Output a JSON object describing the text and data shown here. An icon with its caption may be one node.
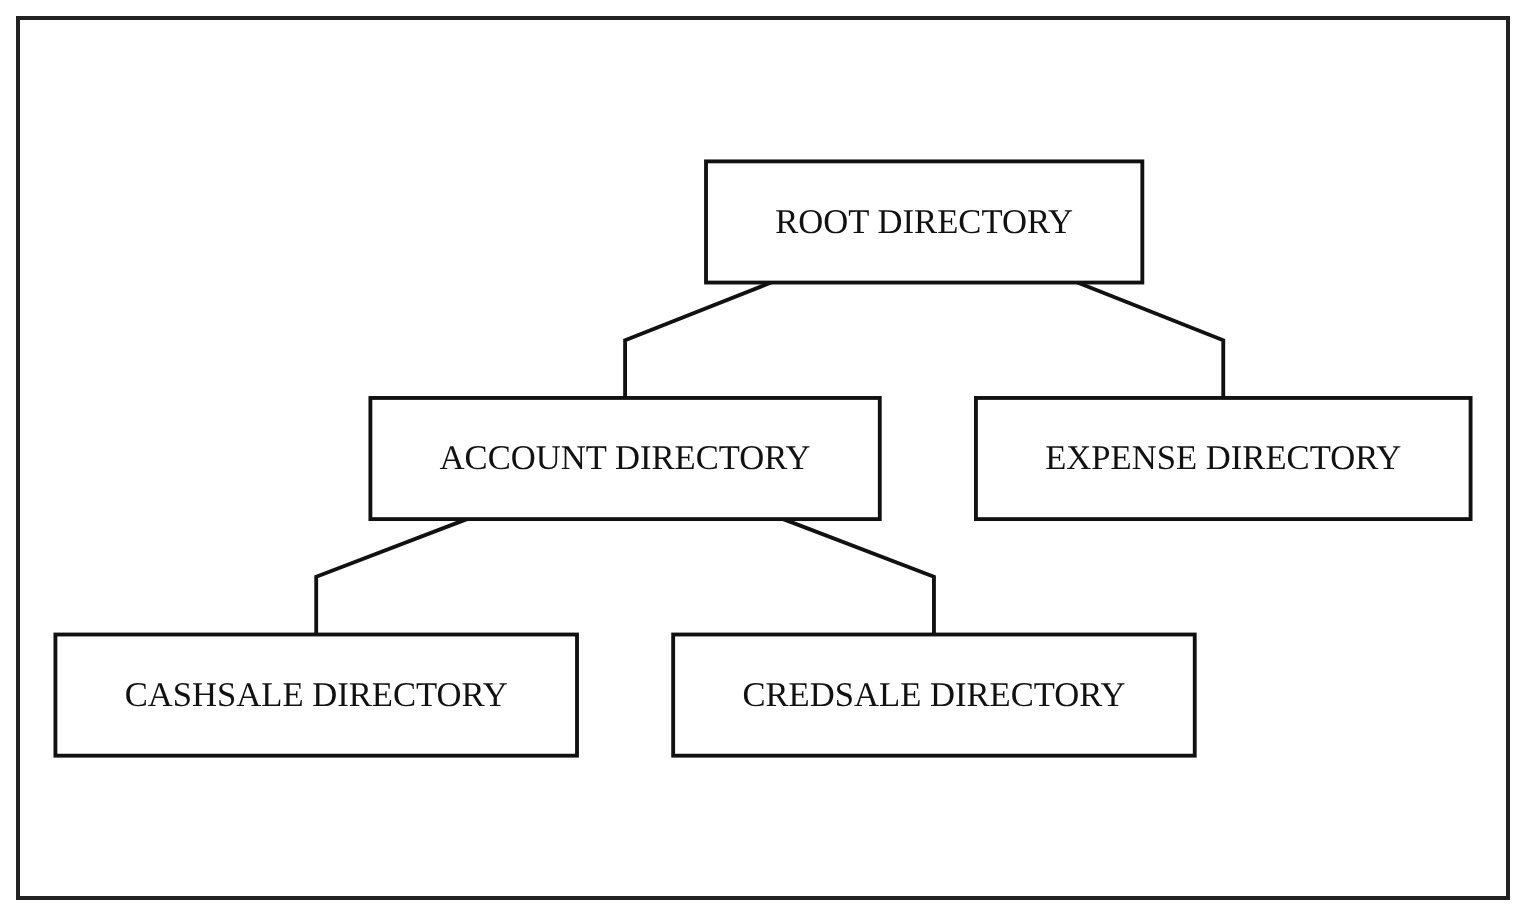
{
  "diagram": {
    "nodes": [
      {
        "text": [
          "ROOT DIRECTORY"
        ]
      },
      {
        "text": [
          "ACCOUNT DIRECTORY"
        ]
      },
      {
        "text": [
          "EXPENSE DIRECTORY"
        ]
      },
      {
        "text": [
          "CASHSALE DIRECTORY"
        ]
      },
      {
        "text": [
          "CREDSALE DIRECTORY"
        ]
      }
    ],
    "edges": [
      {
        "from": 0,
        "to": 1,
        "arrow": "none"
      },
      {
        "from": 0,
        "to": 2,
        "arrow": "none"
      },
      {
        "from": 1,
        "to": 3,
        "arrow": "none"
      },
      {
        "from": 1,
        "to": 4,
        "arrow": "none"
      }
    ]
  }
}
